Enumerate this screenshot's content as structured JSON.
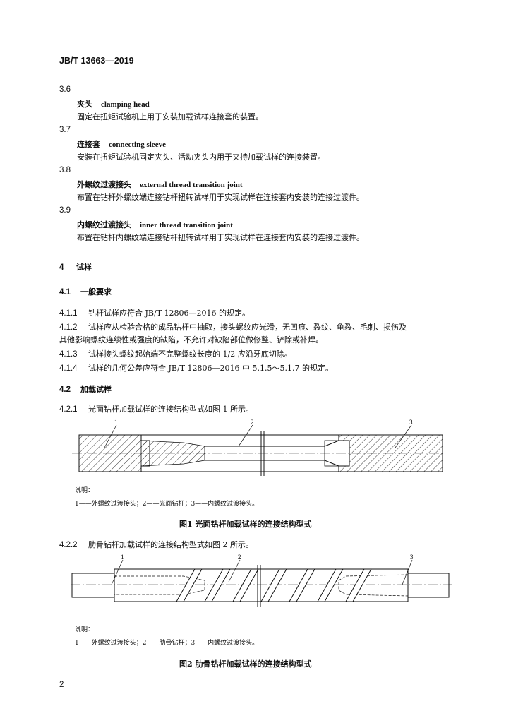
{
  "header": "JB/T 13663—2019",
  "terms": [
    {
      "num": "3.6",
      "zh": "夹头",
      "en": "clamping head",
      "def": "固定在扭矩试验机上用于安装加载试样连接套的装置。"
    },
    {
      "num": "3.7",
      "zh": "连接套",
      "en": "connecting sleeve",
      "def": "安装在扭矩试验机固定夹头、活动夹头内用于夹持加载试样的连接装置。"
    },
    {
      "num": "3.8",
      "zh": "外螺纹过渡接头",
      "en": "external thread transition joint",
      "def": "布置在钻杆外螺纹端连接钻杆扭转试样用于实现试样在连接套内安装的连接过渡件。"
    },
    {
      "num": "3.9",
      "zh": "内螺纹过渡接头",
      "en": "inner thread transition joint",
      "def": "布置在钻杆内螺纹端连接钻杆扭转试样用于实现试样在连接套内安装的连接过渡件。"
    }
  ],
  "section4": {
    "num": "4",
    "title": "试样"
  },
  "section41": {
    "num": "4.1",
    "title": "一般要求"
  },
  "clauses": {
    "c411": {
      "num": "4.1.1",
      "text": "钻杆试样应符合 JB/T 12806—2016 的规定。"
    },
    "c412": {
      "num": "4.1.2",
      "text1": "试样应从检验合格的成品钻杆中抽取，接头螺纹应光滑，无凹痕、裂纹、龟裂、毛刺、损伤及",
      "text2": "其他影响螺纹连续性或强度的缺陷，不允许对缺陷部位做修整、铲除或补焊。"
    },
    "c413": {
      "num": "4.1.3",
      "text": "试样接头螺纹起始端不完整螺纹长度的 1/2 应沿牙底切除。"
    },
    "c414": {
      "num": "4.1.4",
      "text": "试样的几何公差应符合 JB/T 12806—2016 中 5.1.5～5.1.7 的规定。"
    }
  },
  "section42": {
    "num": "4.2",
    "title": "加载试样"
  },
  "c421": {
    "num": "4.2.1",
    "text": "光面钻杆加载试样的连接结构型式如图 1 所示。"
  },
  "fig1": {
    "callouts": [
      "1",
      "2",
      "3"
    ],
    "legend_title": "说明：",
    "legend": "1——外螺纹过渡接头；2——光面钻杆；3——内螺纹过渡接头。",
    "caption": "图1   光面钻杆加载试样的连接结构型式"
  },
  "c422": {
    "num": "4.2.2",
    "text": "肋骨钻杆加载试样的连接结构型式如图 2 所示。"
  },
  "fig2": {
    "callouts": [
      "1",
      "2",
      "3"
    ],
    "legend_title": "说明：",
    "legend": "1——外螺纹过渡接头；2——肋骨钻杆；3——内螺纹过渡接头。",
    "caption": "图2   肋骨钻杆加载试样的连接结构型式"
  },
  "page_number": "2"
}
